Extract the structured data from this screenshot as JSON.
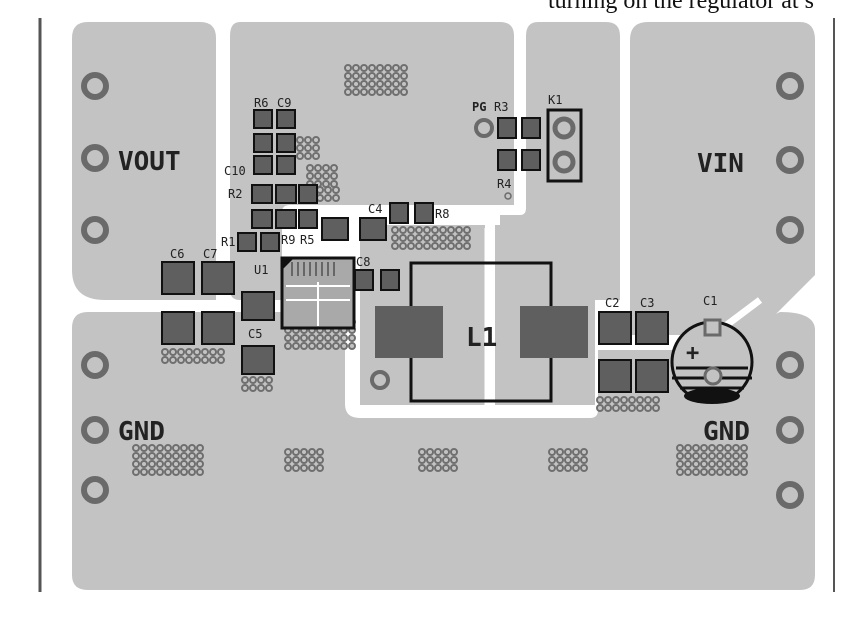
{
  "caption": "turning on the regulator at s",
  "board": {
    "net_labels": {
      "vout": "VOUT",
      "vin": "VIN",
      "gnd_left": "GND",
      "gnd_right": "GND"
    },
    "components": {
      "r6": "R6",
      "c9": "C9",
      "c10": "C10",
      "r2": "R2",
      "r1": "R1",
      "r9": "R9",
      "r5": "R5",
      "u1": "U1",
      "c4": "C4",
      "r8": "R8",
      "c8": "C8",
      "c6": "C6",
      "c7": "C7",
      "c5": "C5",
      "l1": "L1",
      "pg": "PG",
      "r3": "R3",
      "r4": "R4",
      "k1": "K1",
      "c2": "C2",
      "c3": "C3",
      "c1": "C1"
    },
    "polarity_mark": "+",
    "colors": {
      "copper": "#c3c3c3",
      "pad": "#5f5f5f",
      "silk": "#111111",
      "background": "#ffffff"
    }
  }
}
